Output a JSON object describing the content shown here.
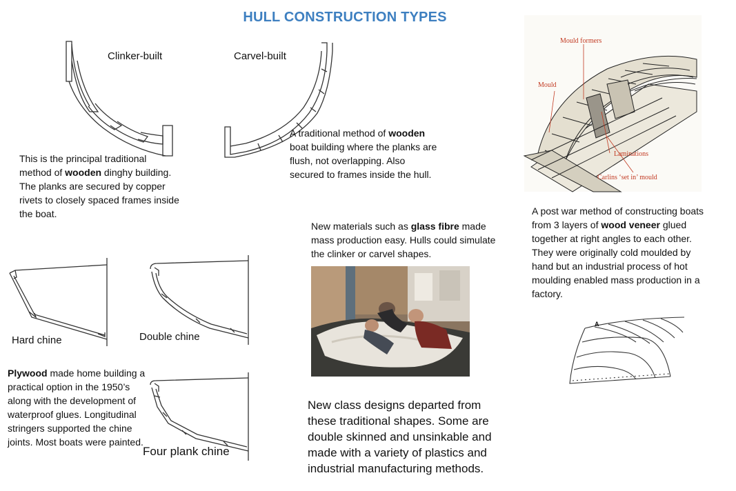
{
  "page": {
    "title": "HULL CONSTRUCTION TYPES"
  },
  "clinker": {
    "label": "Clinker-built",
    "text": {
      "pre": "This is the principal traditional method of ",
      "bold": "wooden",
      "post": " dinghy building. The planks are secured by copper  rivets to closely spaced frames inside the boat."
    }
  },
  "carvel": {
    "label": "Carvel-built",
    "text": {
      "pre": "A traditional  method of ",
      "bold": "wooden",
      "post": " boat building where the planks are flush, not overlapping.  Also secured to frames inside the hull."
    }
  },
  "chines": {
    "hard_label": "Hard chine",
    "double_label": "Double chine",
    "four_label": "Four plank chine"
  },
  "plywood": {
    "text": {
      "bold": "Plywood",
      "post": " made home building a practical option in the 1950’s along with the development of waterproof glues. Longitudinal stringers supported the chine joints. Most boats were painted."
    }
  },
  "glassfibre": {
    "text": {
      "pre": "New materials such as ",
      "bold": "glass fibre",
      "post": " made mass production easy. Hulls could simulate the clinker or carvel shapes."
    },
    "photo_icon": "boat-moulding-photo"
  },
  "modern": {
    "text": "New class designs departed from these traditional shapes. Some are double skinned and unsinkable and made with a variety of plastics and industrial manufacturing methods."
  },
  "veneer": {
    "illustration_labels": {
      "mould_formers": "Mould formers",
      "mould": "Mould",
      "laminations": "Laminations",
      "carlins": "Carlins ‘set in’ mould"
    },
    "text": {
      "pre": "A post war method of constructing boats from 3 layers of ",
      "bold": "wood veneer",
      "post": " glued together at right angles to each other. They were originally cold moulded by hand but an industrial process of hot moulding enabled mass production in a factory."
    },
    "diagram_label": "A"
  },
  "colors": {
    "title": "#3d7fc0",
    "annotation_red": "#c23a22"
  }
}
